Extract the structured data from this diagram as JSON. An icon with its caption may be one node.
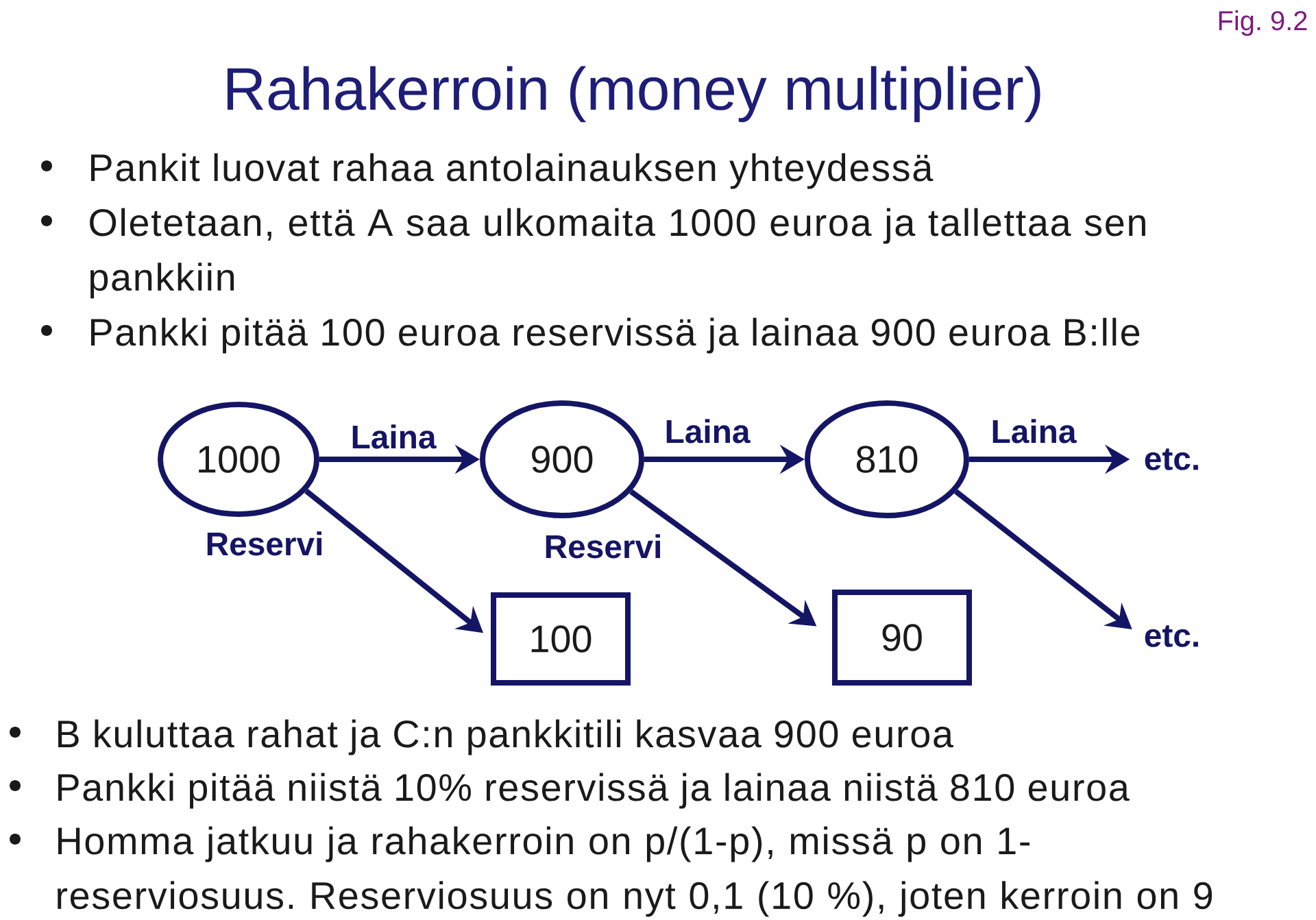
{
  "diagram": {
    "title": "Rahakerroin (money multiplier)",
    "nodes": [
      {
        "text": [
          "1000"
        ]
      },
      {
        "text": [
          "900"
        ]
      },
      {
        "text": [
          "810"
        ]
      },
      {
        "text": [
          "etc."
        ]
      },
      {
        "text": [
          "100"
        ]
      },
      {
        "text": [
          "90"
        ]
      },
      {
        "text": [
          "etc."
        ]
      }
    ],
    "edges": [
      {
        "from": 0,
        "to": 1,
        "arrow": "to",
        "label": "Laina"
      },
      {
        "from": 1,
        "to": 2,
        "arrow": "to",
        "label": "Laina"
      },
      {
        "from": 2,
        "to": 3,
        "arrow": "to",
        "label": "Laina"
      },
      {
        "from": 0,
        "to": 4,
        "arrow": "to",
        "label": "Reservi"
      },
      {
        "from": 1,
        "to": 5,
        "arrow": "to",
        "label": "Reservi"
      },
      {
        "from": 2,
        "to": 6,
        "arrow": "to"
      }
    ],
    "labels": [
      "Fig. 9.2",
      "Pankit luovat rahaa antolainauksen yhteydessä",
      "Oletetaan, että A saa ulkomaita 1000 euroa ja tallettaa sen pankkiin",
      "Pankki pitää 100 euroa reservissä ja lainaa 900 euroa B:lle",
      "B kuluttaa rahat ja C:n pankkitili kasvaa 900 euroa",
      "Pankki pitää niistä 10% reservissä ja lainaa niistä 810 euroa",
      "Homma jatkuu ja rahakerroin on p/(1-p), missä p on 1- reserviosuus. Reserviosuus on nyt 0,1 (10 %), joten kerroin on 9"
    ]
  }
}
